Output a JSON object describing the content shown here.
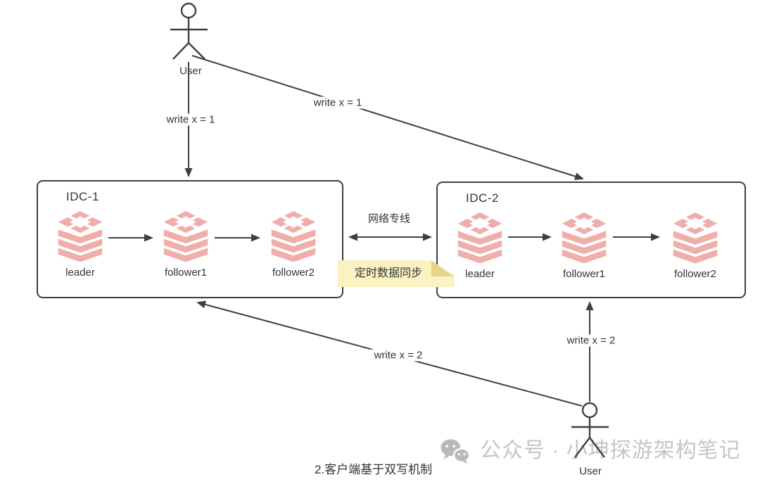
{
  "idc1": {
    "title": "IDC-1",
    "nodes": [
      {
        "label": "leader"
      },
      {
        "label": "follower1"
      },
      {
        "label": "follower2"
      }
    ]
  },
  "idc2": {
    "title": "IDC-2",
    "nodes": [
      {
        "label": "leader"
      },
      {
        "label": "follower1"
      },
      {
        "label": "follower2"
      }
    ]
  },
  "connection": {
    "label": "网络专线",
    "note": "定时数据同步"
  },
  "users": {
    "top": {
      "label": "User"
    },
    "bottom": {
      "label": "User"
    }
  },
  "labels": {
    "top_user_write_idc1": "write x = 1",
    "top_user_write_idc2": "write x = 1",
    "bottom_user_write_idc1": "write x = 2",
    "bottom_user_write_idc2": "write x = 2"
  },
  "caption": "2.客户端基于双写机制",
  "watermark": {
    "icon": "wechat-icon",
    "text": "公众号 · 小坤探游架构笔记"
  },
  "icons": {
    "database": "redis-stack-icon"
  },
  "colors": {
    "node": "#f0aeaa",
    "line": "#3a4047",
    "text": "#30353b",
    "note-bg": "#faf2c0",
    "note-fold": "#e6d48c",
    "watermark": "#c5c5c7",
    "watermark-icon": "#b9b9bb"
  }
}
